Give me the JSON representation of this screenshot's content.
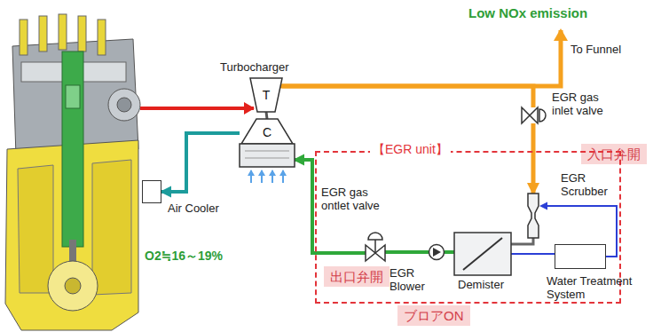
{
  "diagram": {
    "nodes": [
      {
        "text": [
          "T"
        ]
      },
      {
        "text": [
          "C"
        ]
      },
      {
        "text": [
          "Air Cooler"
        ]
      },
      {
        "text": [
          "EGR gas inlet valve"
        ]
      },
      {
        "text": [
          "入口弁開"
        ]
      },
      {
        "text": [
          "【EGR unit】"
        ]
      },
      {
        "text": [
          "EGR gas ontlet valve"
        ],
        "in": 5
      },
      {
        "text": [
          "EGR Blower"
        ],
        "in": 5
      },
      {
        "text": [
          "Demister"
        ],
        "in": 5
      },
      {
        "text": [
          "EGR Scrubber"
        ],
        "in": 5
      },
      {
        "text": [
          "Water Treatment System"
        ]
      },
      {
        "text": [
          "出口弁開"
        ]
      },
      {
        "text": [
          "ブロアON"
        ]
      }
    ],
    "edges": [
      {
        "from": 0,
        "to": 3,
        "arrow": "none"
      },
      {
        "from": 3,
        "to": 9,
        "arrow": "to"
      },
      {
        "from": 10,
        "to": 9,
        "arrow": "to"
      },
      {
        "from": 8,
        "to": 10,
        "arrow": "none"
      },
      {
        "from": 8,
        "to": 7,
        "arrow": "none"
      },
      {
        "from": 7,
        "to": 6,
        "arrow": "none"
      },
      {
        "from": 6,
        "to": 1,
        "arrow": "to"
      },
      {
        "from": 1,
        "to": 2,
        "arrow": "to"
      },
      {
        "from": 0,
        "to": 1,
        "arrow": "none"
      }
    ],
    "labels": [
      "Low NOx emission",
      "To Funnel",
      "Turbocharger",
      "O2≒16～19%"
    ]
  }
}
